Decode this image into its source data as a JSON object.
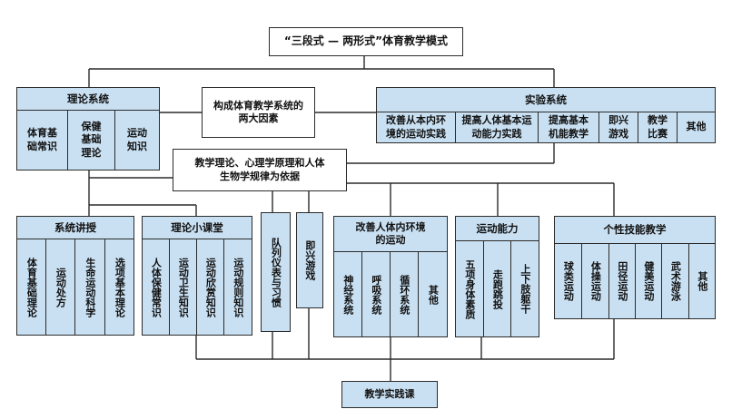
{
  "title": "“三段式 — 两形式”体育教学模式",
  "theory_system": {
    "label": "理论系统",
    "items": [
      "体育基础常识",
      "保健基础理论",
      "运动知识"
    ]
  },
  "two_factors": "构成体育教学系统的两大因素",
  "experiment_system": {
    "label": "实验系统",
    "items": [
      "改善从本内环境的运动实践",
      "提高人体基本运动能力实践",
      "提高基本机能教学",
      "即兴游戏",
      "教学比赛",
      "其他"
    ]
  },
  "basis": "教学理论、心理学原理和人体生物学规律为依据",
  "lecture_system": {
    "label": "系统讲授",
    "items": [
      "体育基础理论",
      "运动处方",
      "生命运动科学",
      "选项基本理论"
    ]
  },
  "mini_lecture": {
    "label": "理论小课堂",
    "items": [
      "人体保健常识",
      "运动卫生知识",
      "运动欣赏知识",
      "运动规则知识"
    ]
  },
  "standalone": [
    "队列仪表与习惯",
    "即兴游戏"
  ],
  "improve_env": {
    "label": "改善人体内环境的运动",
    "items": [
      "神经系统",
      "呼吸系统",
      "循环系统",
      "其他"
    ]
  },
  "motor_ability": {
    "label": "运动能力",
    "items": [
      "五项身体素质",
      "走跑跳投",
      "上下肢躯干"
    ]
  },
  "individual_skill": {
    "label": "个性技能教学",
    "items": [
      "球类运动",
      "体操运动",
      "田径运动",
      "健美运动",
      "武术游泳",
      "其他"
    ]
  },
  "practice": "教学实践课",
  "colors": {
    "fill": "#c9e0f2",
    "line": "#2b2b2b"
  }
}
